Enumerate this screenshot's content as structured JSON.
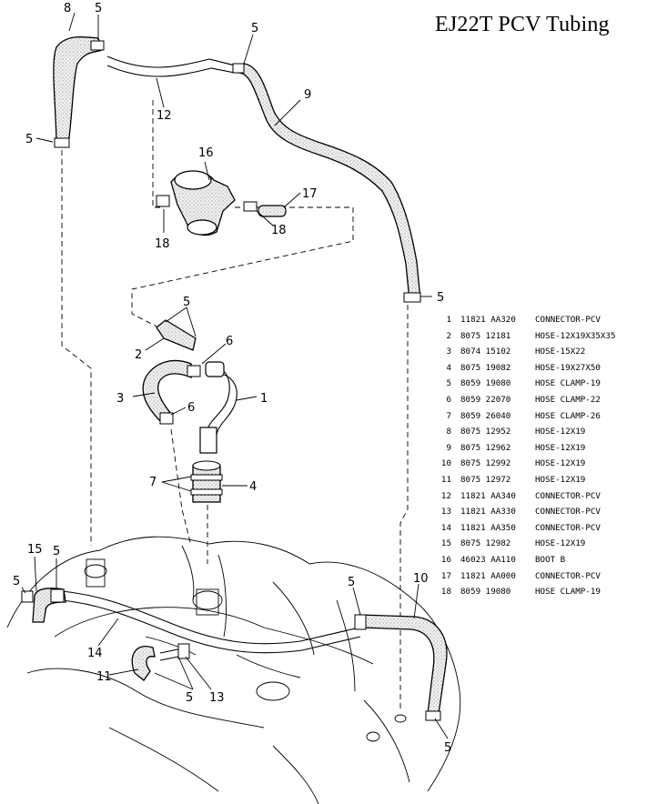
{
  "title": "EJ22T PCV Tubing",
  "parts": [
    {
      "index": "1",
      "part_no": "11821 AA320",
      "description": "CONNECTOR-PCV"
    },
    {
      "index": "2",
      "part_no": "8075 12181",
      "description": "HOSE-12X19X35X35"
    },
    {
      "index": "3",
      "part_no": "8074 15102",
      "description": "HOSE-15X22"
    },
    {
      "index": "4",
      "part_no": "8075 19082",
      "description": "HOSE-19X27X50"
    },
    {
      "index": "5",
      "part_no": "8059 19080",
      "description": "HOSE CLAMP-19"
    },
    {
      "index": "6",
      "part_no": "8059 22070",
      "description": "HOSE CLAMP-22"
    },
    {
      "index": "7",
      "part_no": "8059 26040",
      "description": "HOSE CLAMP-26"
    },
    {
      "index": "8",
      "part_no": "8075 12952",
      "description": "HOSE-12X19"
    },
    {
      "index": "9",
      "part_no": "8075 12962",
      "description": "HOSE-12X19"
    },
    {
      "index": "10",
      "part_no": "8075 12992",
      "description": "HOSE-12X19"
    },
    {
      "index": "11",
      "part_no": "8075 12972",
      "description": "HOSE-12X19"
    },
    {
      "index": "12",
      "part_no": "11821 AA340",
      "description": "CONNECTOR-PCV"
    },
    {
      "index": "13",
      "part_no": "11821 AA330",
      "description": "CONNECTOR-PCV"
    },
    {
      "index": "14",
      "part_no": "11821 AA350",
      "description": "CONNECTOR-PCV"
    },
    {
      "index": "15",
      "part_no": "8075 12982",
      "description": "HOSE-12X19"
    },
    {
      "index": "16",
      "part_no": "46023 AA110",
      "description": "BOOT B"
    },
    {
      "index": "17",
      "part_no": "11821 AA000",
      "description": "CONNECTOR-PCV"
    },
    {
      "index": "18",
      "part_no": "8059 19080",
      "description": "HOSE CLAMP-19"
    }
  ],
  "callouts": [
    "8",
    "5",
    "5",
    "12",
    "9",
    "5",
    "16",
    "17",
    "18",
    "18",
    "5",
    "5",
    "2",
    "6",
    "3",
    "6",
    "1",
    "7",
    "4",
    "15",
    "5",
    "5",
    "14",
    "11",
    "5",
    "13",
    "10",
    "5",
    "5"
  ]
}
